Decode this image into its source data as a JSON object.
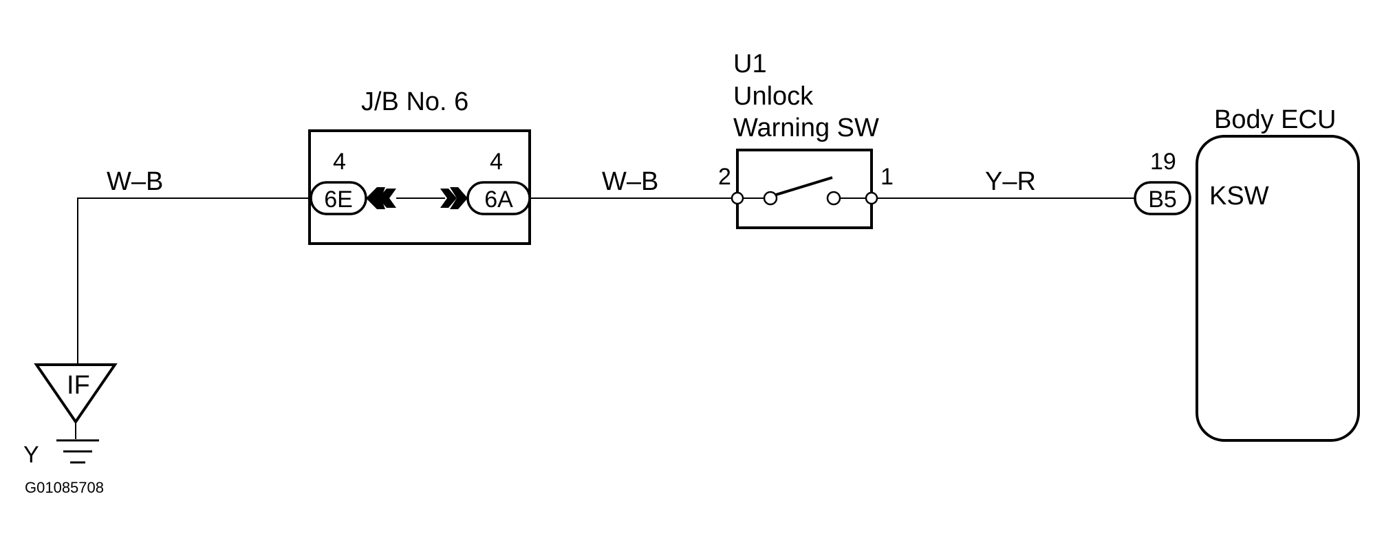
{
  "jb": {
    "title": "J/B No. 6",
    "left_pin": "4",
    "left_connector": "6E",
    "right_pin": "4",
    "right_connector": "6A"
  },
  "switch": {
    "code": "U1",
    "name_line1": "Unlock",
    "name_line2": "Warning SW",
    "pin_left": "2",
    "pin_right": "1"
  },
  "ecu": {
    "title": "Body ECU",
    "pin": "19",
    "connector": "B5",
    "terminal": "KSW"
  },
  "wires": {
    "ground_to_jb": "W–B",
    "jb_to_switch": "W–B",
    "switch_to_ecu": "Y–R"
  },
  "ground": {
    "label": "IF",
    "side_label": "Y"
  },
  "figure_id": "G01085708"
}
